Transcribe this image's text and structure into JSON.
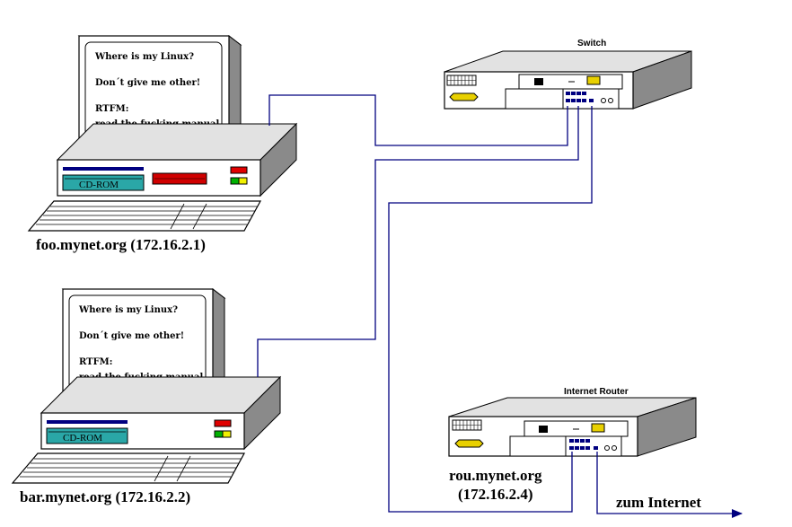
{
  "computers": [
    {
      "id": "foo",
      "screen_lines": [
        "Where is my Linux?",
        "",
        "Don´t give me other!",
        "",
        "RTFM:",
        "read the fucking manual"
      ],
      "cdrom_label": "CD-ROM",
      "host_label": "foo.mynet.org (172.16.2.1)"
    },
    {
      "id": "bar",
      "screen_lines": [
        "Where is my Linux?",
        "",
        "Don´t give me other!",
        "",
        "RTFM:",
        "read the fucking manual"
      ],
      "cdrom_label": "CD-ROM",
      "host_label": "bar.mynet.org (172.16.2.2)"
    }
  ],
  "switch": {
    "title": "Switch"
  },
  "router": {
    "title": "Internet Router",
    "host_label_line1": "rou.mynet.org",
    "host_label_line2": "(172.16.2.4)"
  },
  "internet": {
    "label": "zum Internet"
  },
  "colors": {
    "cable": "#00007f",
    "cdrom": "#2aa7a7",
    "drive_slot": "#d00000",
    "led_red": "#e00000",
    "led_green": "#00b000",
    "led_yellow": "#f0f000",
    "case_face": "#ffffff",
    "case_top": "#e2e2e2",
    "case_side": "#8a8a8a"
  }
}
